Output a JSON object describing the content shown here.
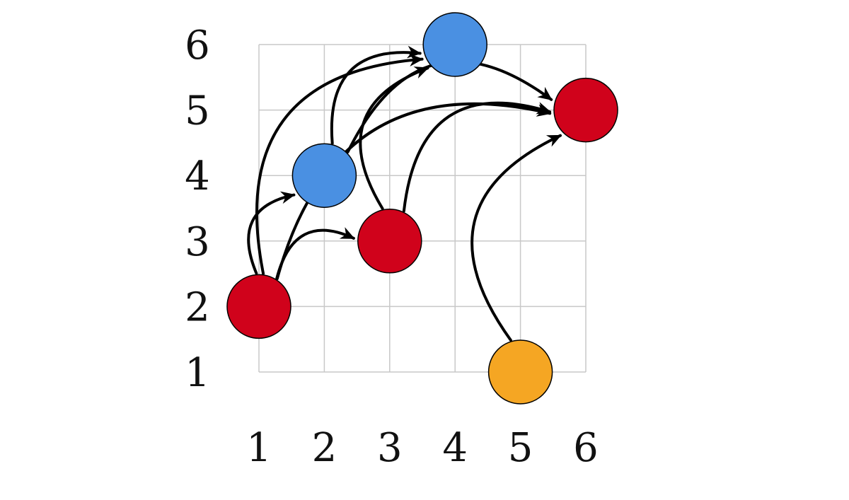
{
  "chart_data": {
    "type": "graph",
    "x_ticks": [
      "1",
      "2",
      "3",
      "4",
      "5",
      "6"
    ],
    "y_ticks": [
      "1",
      "2",
      "3",
      "4",
      "5",
      "6"
    ],
    "grid": true,
    "colors": {
      "red": "#d0021b",
      "blue": "#4a90e2",
      "orange": "#f5a623",
      "edge": "#000000",
      "grid": "#c8c8c8"
    },
    "nodes": [
      {
        "id": "a",
        "x": 1,
        "y": 2,
        "color": "red"
      },
      {
        "id": "b",
        "x": 2,
        "y": 4,
        "color": "blue"
      },
      {
        "id": "c",
        "x": 3,
        "y": 3,
        "color": "red"
      },
      {
        "id": "d",
        "x": 4,
        "y": 6,
        "color": "blue"
      },
      {
        "id": "e",
        "x": 6,
        "y": 5,
        "color": "red"
      },
      {
        "id": "f",
        "x": 5,
        "y": 1,
        "color": "orange"
      }
    ],
    "edges": [
      {
        "from": "a",
        "to": "d"
      },
      {
        "from": "a",
        "to": "b"
      },
      {
        "from": "a",
        "to": "c"
      },
      {
        "from": "a",
        "to": "e"
      },
      {
        "from": "b",
        "to": "d"
      },
      {
        "from": "b",
        "to": "e"
      },
      {
        "from": "c",
        "to": "d"
      },
      {
        "from": "c",
        "to": "e"
      },
      {
        "from": "f",
        "to": "e"
      }
    ]
  }
}
